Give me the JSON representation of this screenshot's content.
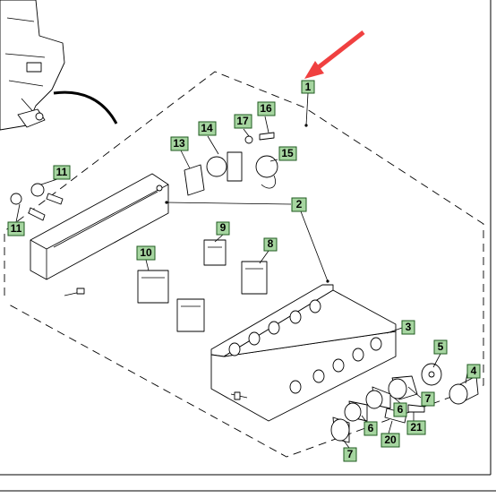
{
  "diagram": {
    "callouts": [
      {
        "id": "c1",
        "label": "1"
      },
      {
        "id": "c2",
        "label": "2"
      },
      {
        "id": "c3",
        "label": "3"
      },
      {
        "id": "c4",
        "label": "4"
      },
      {
        "id": "c5",
        "label": "5"
      },
      {
        "id": "c6a",
        "label": "6"
      },
      {
        "id": "c6b",
        "label": "6"
      },
      {
        "id": "c7a",
        "label": "7"
      },
      {
        "id": "c7b",
        "label": "7"
      },
      {
        "id": "c8",
        "label": "8"
      },
      {
        "id": "c9",
        "label": "9"
      },
      {
        "id": "c10",
        "label": "10"
      },
      {
        "id": "c11a",
        "label": "11"
      },
      {
        "id": "c11b",
        "label": "11"
      },
      {
        "id": "c13",
        "label": "13"
      },
      {
        "id": "c14",
        "label": "14"
      },
      {
        "id": "c15",
        "label": "15"
      },
      {
        "id": "c16",
        "label": "16"
      },
      {
        "id": "c17",
        "label": "17"
      },
      {
        "id": "c20",
        "label": "20"
      },
      {
        "id": "c21",
        "label": "21"
      }
    ],
    "colors": {
      "callout_fill": "#a6d5a0",
      "callout_stroke": "#1f5a1f",
      "arrow": "#f04040",
      "line": "#000000"
    }
  }
}
